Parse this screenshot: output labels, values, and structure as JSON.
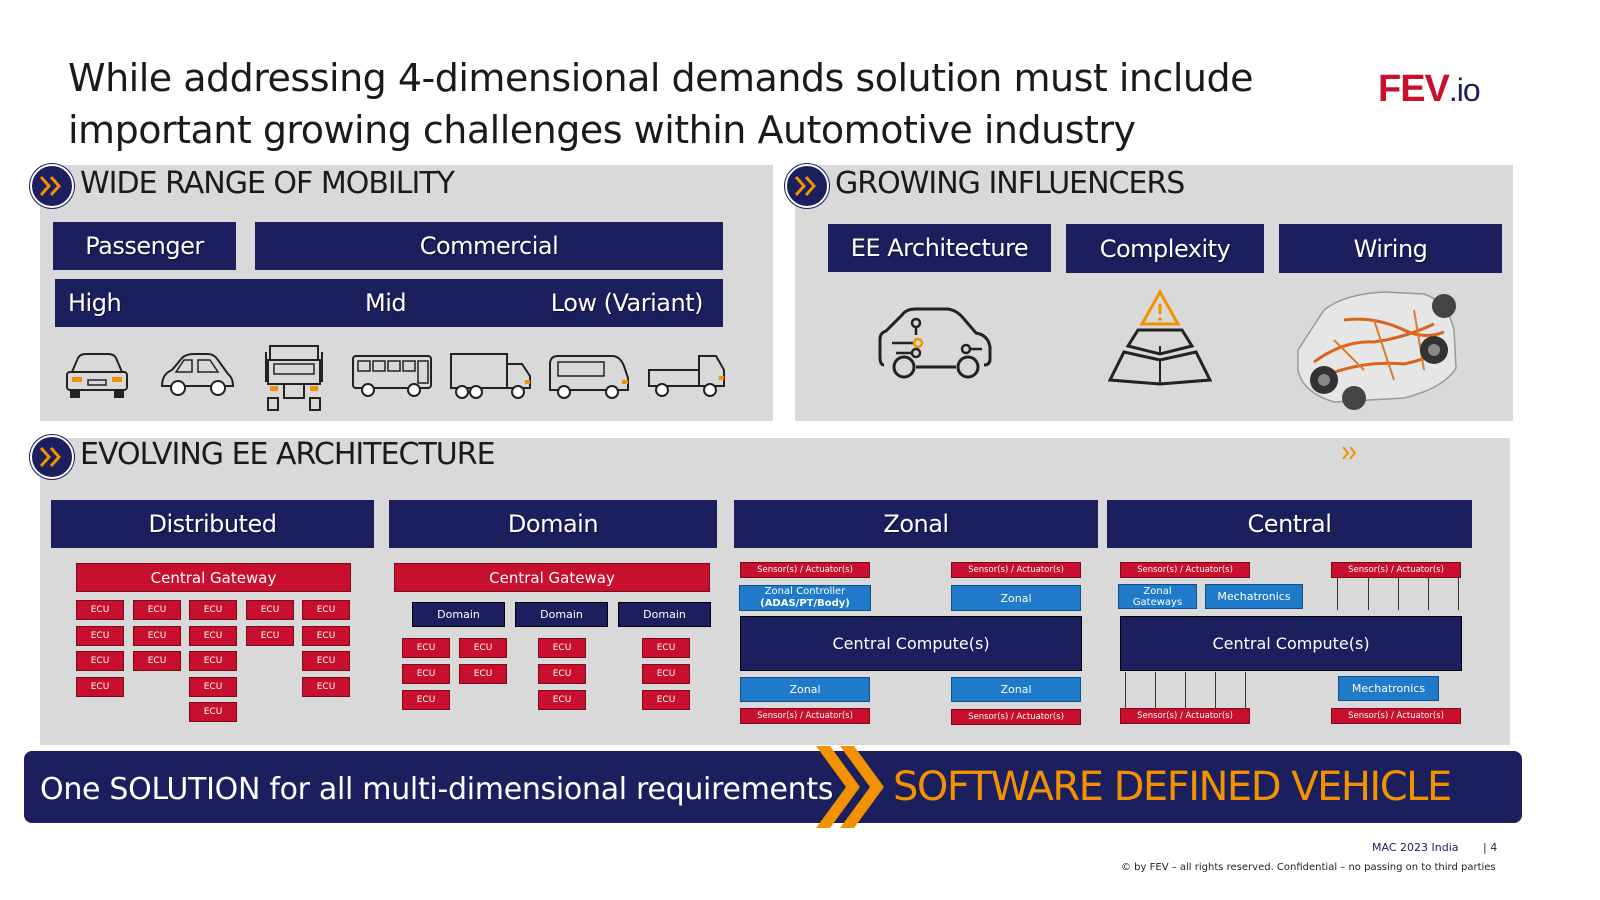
{
  "header": {
    "title_line1": "While addressing 4-dimensional demands solution must include",
    "title_line2": "important growing challenges within Automotive industry",
    "logo_main": "FEV",
    "logo_suffix": ".io"
  },
  "mobility": {
    "title": "WIDE RANGE OF MOBILITY",
    "tab_passenger": "Passenger",
    "tab_commercial": "Commercial",
    "seg_high": "High",
    "seg_mid": "Mid",
    "seg_low": "Low (Variant)",
    "vehicle_icons": [
      "sedan-icon",
      "compact-car-icon",
      "semi-truck-icon",
      "bus-icon",
      "box-truck-icon",
      "van-icon",
      "pickup-truck-icon"
    ]
  },
  "influencers": {
    "title": "GROWING INFLUENCERS",
    "tab_ee": "EE Architecture",
    "tab_complexity": "Complexity",
    "tab_wiring": "Wiring"
  },
  "evolving": {
    "title": "EVOLVING EE ARCHITECTURE",
    "col_distributed": "Distributed",
    "col_domain": "Domain",
    "col_zonal": "Zonal",
    "col_central": "Central",
    "central_gateway": "Central Gateway",
    "ecu": "ECU",
    "domain_box": "Domain",
    "sensor_actuator": "Sensor(s) / Actuator(s)",
    "zonal_controller_line1": "Zonal Controller",
    "zonal_controller_line2": "(ADAS/PT/Body)",
    "zonal": "Zonal",
    "central_compute": "Central Compute(s)",
    "zonal_gateways": "Zonal Gateways",
    "mechatronics": "Mechatronics"
  },
  "banner": {
    "left_text": "One SOLUTION for all multi-dimensional requirements",
    "right_text": "SOFTWARE DEFINED VEHICLE"
  },
  "footer": {
    "event": "MAC 2023 India",
    "page": "| 4",
    "copyright": "© by FEV – all rights reserved. Confidential – no passing on to third parties"
  },
  "colors": {
    "navy": "#1b1f5e",
    "red": "#c8102e",
    "blue": "#1f7ac9",
    "orange": "#f39200",
    "panel": "#d9d9d9",
    "logo_red": "#c8102e",
    "logo_navy": "#1b1f5e"
  }
}
